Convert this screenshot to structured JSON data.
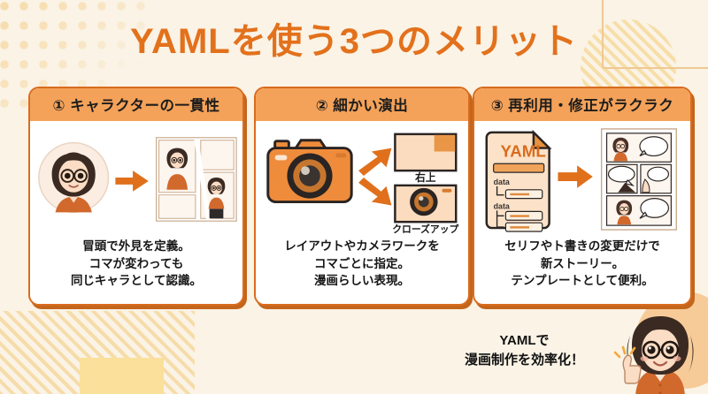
{
  "slide": {
    "title": "YAMLを使う3つのメリット",
    "background_color": "#FAF3E6",
    "accent_color": "#E3711C",
    "header_color": "#F4A259",
    "card_border_color": "#D96C1E"
  },
  "cards": [
    {
      "number": "①",
      "heading": "① キャラクターの一貫性",
      "body_lines": [
        "冒頭で外見を定義。",
        "コマが変わっても",
        "同じキャラとして認識。"
      ],
      "art": "character-avatar-to-manga-panels"
    },
    {
      "number": "②",
      "heading": "② 細かい演出",
      "body_lines": [
        "レイアウトやカメラワークを",
        "コマごとに指定。",
        "漫画らしい表現。"
      ],
      "art": "camera-to-framing-options",
      "art_labels": [
        "右上",
        "クローズアップ"
      ]
    },
    {
      "number": "③",
      "heading": "③ 再利用・修正がラクラク",
      "body_lines": [
        "セリフやト書きの変更だけで",
        "新ストーリー。",
        "テンプレートとして便利。"
      ],
      "art": "yaml-document-to-manga-page",
      "art_doc_title": "YAML",
      "art_doc_labels": [
        "data",
        "data"
      ]
    }
  ],
  "footer": {
    "line1": "YAMLで",
    "line2": "漫画制作を効率化！",
    "mascot": "girl-with-glasses-thumbs-up"
  }
}
